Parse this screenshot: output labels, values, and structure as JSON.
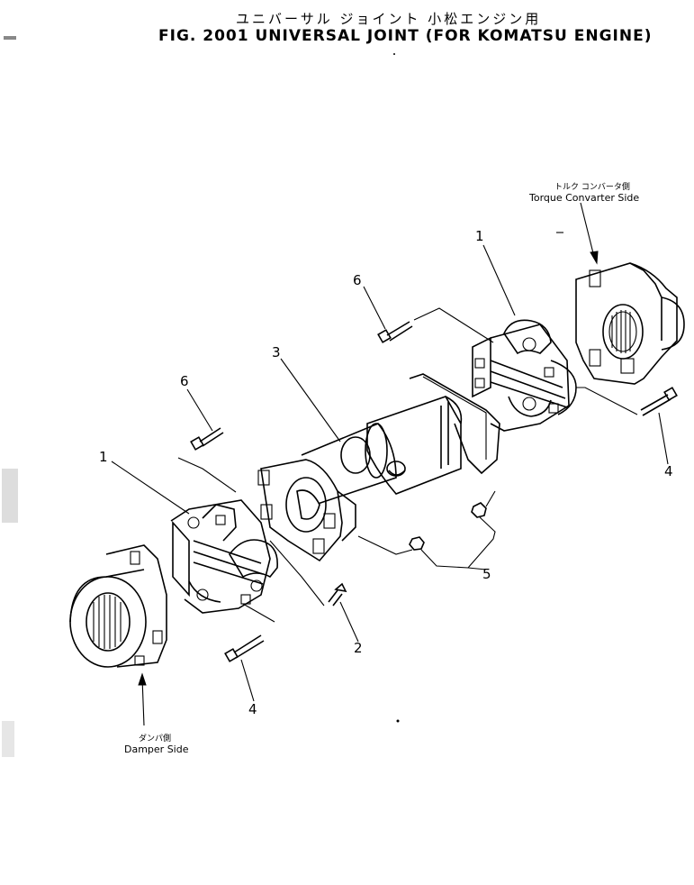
{
  "figure": {
    "title_jp": "ユニバーサル ジョイント 小松エンジン用",
    "title_en": "FIG. 2001  UNIVERSAL JOINT (FOR KOMATSU ENGINE)"
  },
  "sides": {
    "torque": {
      "jp": "トルク コンバータ側",
      "en": "Torque Convarter Side"
    },
    "damper": {
      "jp": "ダンパ側",
      "en": "Damper Side"
    }
  },
  "callouts": {
    "c1a": "1",
    "c1b": "1",
    "c2": "2",
    "c3": "3",
    "c4a": "4",
    "c4b": "4",
    "c5": "5",
    "c6a": "6",
    "c6b": "6"
  }
}
